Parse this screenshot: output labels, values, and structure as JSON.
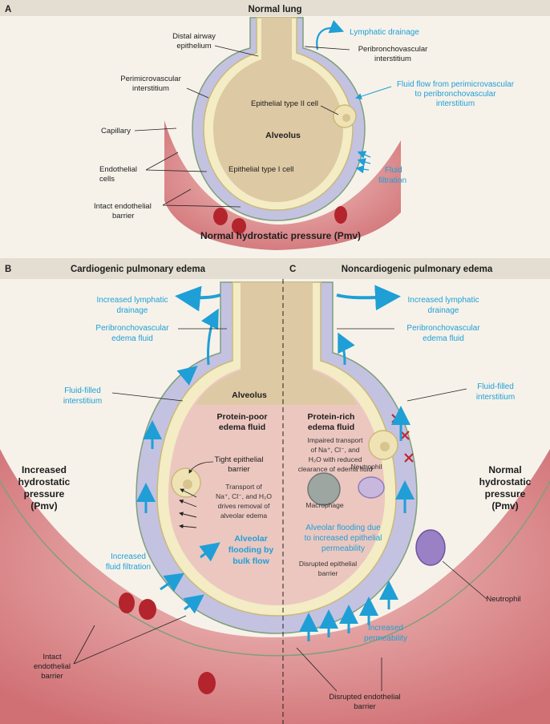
{
  "panels": {
    "a": {
      "letter": "A",
      "title": "Normal lung",
      "labels": {
        "distal_airway_1": "Distal airway",
        "distal_airway_2": "epithelium",
        "perimicro_1": "Perimicrovascular",
        "perimicro_2": "interstitium",
        "capillary": "Capillary",
        "endothelial_1": "Endothelial",
        "endothelial_2": "cells",
        "intact_1": "Intact endothelial",
        "intact_2": "barrier",
        "epi2": "Epithelial type II cell",
        "alveolus": "Alveolus",
        "epi1": "Epithelial type I cell",
        "lymph": "Lymphatic drainage",
        "peribron_1": "Peribronchovascular",
        "peribron_2": "interstitium",
        "fluid_flow_1": "Fluid flow from perimicrovascular",
        "fluid_flow_2": "to peribronchovascular",
        "fluid_flow_3": "interstitium",
        "filtration_1": "Fluid",
        "filtration_2": "filtration",
        "pressure": "Normal hydrostatic pressure (Pmv)"
      }
    },
    "b": {
      "letter": "B",
      "title": "Cardiogenic pulmonary edema",
      "labels": {
        "inc_lymph_1": "Increased lymphatic",
        "inc_lymph_2": "drainage",
        "peribron_1": "Peribronchovascular",
        "peribron_2": "edema fluid",
        "fluid_int_1": "Fluid-filled",
        "fluid_int_2": "interstitium",
        "protein_1": "Protein-poor",
        "protein_2": "edema fluid",
        "tight_1": "Tight epithelial",
        "tight_2": "barrier",
        "transport_1": "Transport of",
        "transport_2": "Na⁺, Cl⁻, and H₂O",
        "transport_3": "drives removal of",
        "transport_4": "alveolar edema",
        "inc_press_1": "Increased",
        "inc_press_2": "hydrostatic",
        "inc_press_3": "pressure",
        "inc_press_4": "(Pmv)",
        "inc_filt_1": "Increased",
        "inc_filt_2": "fluid filtration",
        "flood_1": "Alveolar",
        "flood_2": "flooding by",
        "flood_3": "bulk flow",
        "intact_1": "Intact",
        "intact_2": "endothelial",
        "intact_3": "barrier"
      }
    },
    "c": {
      "letter": "C",
      "title": "Noncardiogenic pulmonary edema",
      "labels": {
        "inc_lymph_1": "Increased lymphatic",
        "inc_lymph_2": "drainage",
        "peribron_1": "Peribronchovascular",
        "peribron_2": "edema fluid",
        "fluid_int_1": "Fluid-filled",
        "fluid_int_2": "interstitium",
        "alveolus": "Alveolus",
        "protein_1": "Protein-rich",
        "protein_2": "edema fluid",
        "impaired_1": "Impaired transport",
        "impaired_2": "of Na⁺, Cl⁻, and",
        "impaired_3": "H₂O with reduced",
        "impaired_4": "clearance of edema fluid",
        "neutrophil_in": "Neutrophil",
        "macrophage": "Macrophage",
        "normal_press_1": "Normal",
        "normal_press_2": "hydrostatic",
        "normal_press_3": "pressure",
        "normal_press_4": "(Pmv)",
        "flood_1": "Alveolar flooding due",
        "flood_2": "to increased epithelial",
        "flood_3": "permeability",
        "disrupted_epi_1": "Disrupted epithelial",
        "disrupted_epi_2": "barrier",
        "neutrophil_out": "Neutrophil",
        "inc_perm_1": "Increased",
        "inc_perm_2": "permeability",
        "disrupted_endo_1": "Disrupted endothelial",
        "disrupted_endo_2": "barrier"
      }
    }
  },
  "colors": {
    "accent_blue": "#1f9fd6",
    "alveolus_fill": "#ddc9a3",
    "interstitium": "#b9b7da",
    "capillary": "#d9868a",
    "rbc": "#b4242d",
    "edema_fluid": "#ecc7c0"
  }
}
